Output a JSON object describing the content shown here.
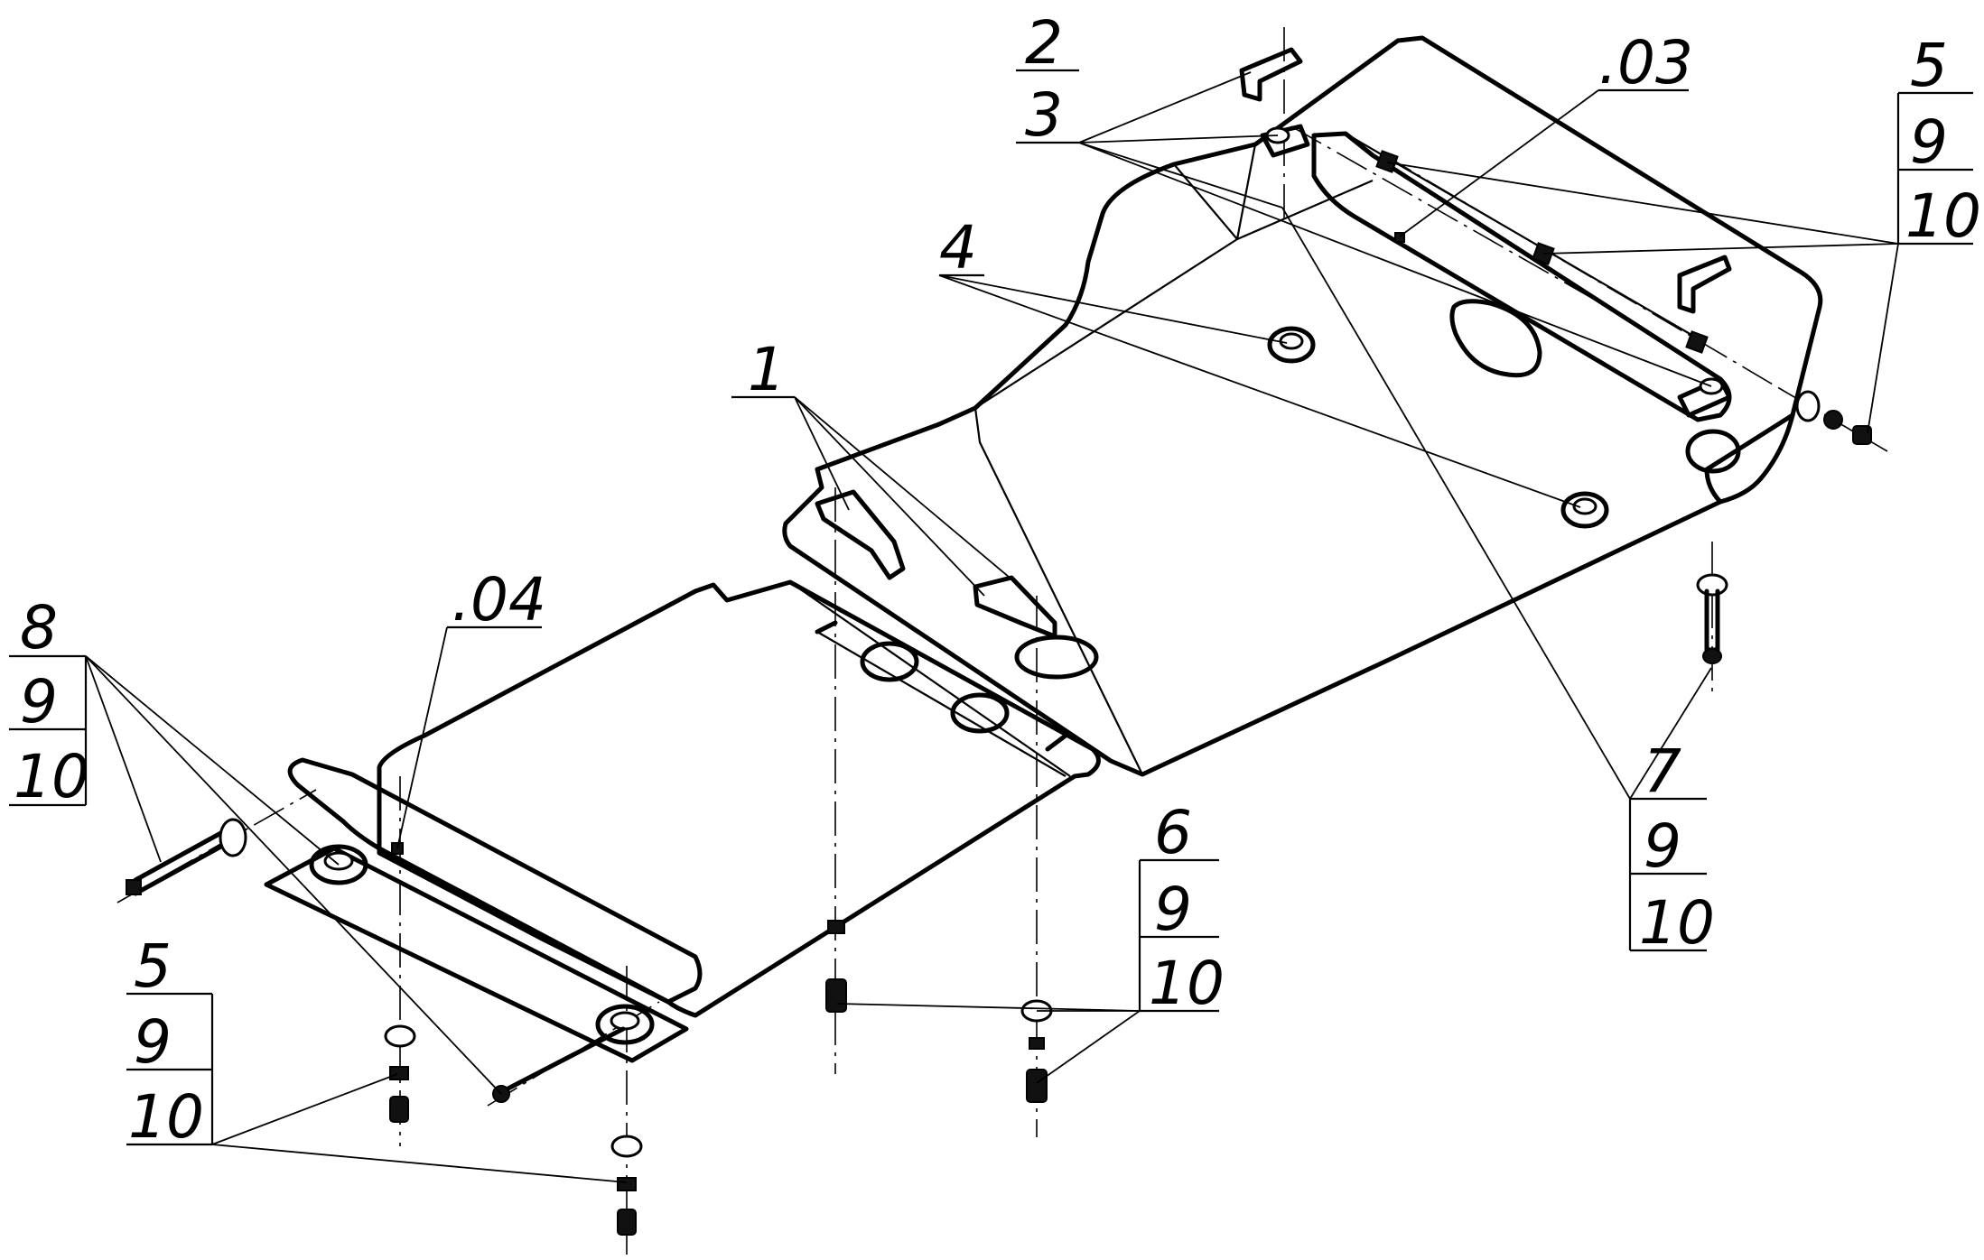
{
  "callouts": [
    {
      "id": "c1",
      "lines": [
        "1"
      ]
    },
    {
      "id": "c2",
      "lines": [
        "2",
        "3"
      ]
    },
    {
      "id": "c03",
      "lines": [
        ".03"
      ]
    },
    {
      "id": "c4",
      "lines": [
        "4"
      ]
    },
    {
      "id": "c5a",
      "lines": [
        "5",
        "9",
        "10"
      ]
    },
    {
      "id": "c7",
      "lines": [
        "7",
        "9",
        "10"
      ]
    },
    {
      "id": "c6",
      "lines": [
        "6",
        "9",
        "10"
      ]
    },
    {
      "id": "c8",
      "lines": [
        "8",
        "9",
        "10"
      ]
    },
    {
      "id": "c04",
      "lines": [
        ".04"
      ]
    },
    {
      "id": "c5b",
      "lines": [
        "5",
        "9",
        "10"
      ]
    }
  ]
}
